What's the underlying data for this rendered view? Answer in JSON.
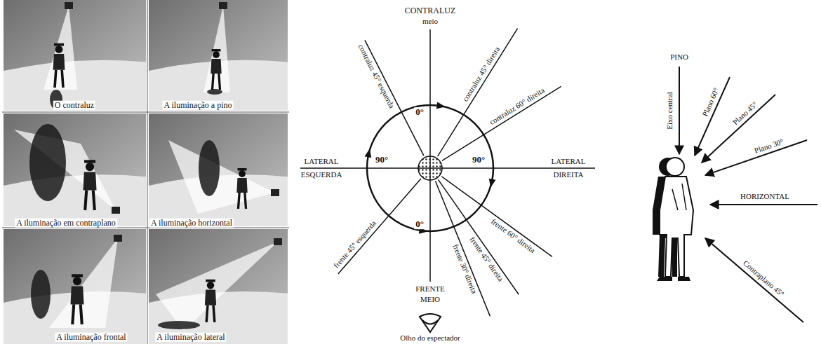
{
  "diagram": {
    "labels": [
      "O contraluz",
      "A iluminação a pino",
      "A iluminação em contraplano",
      "A iluminação horizontal",
      "A iluminação frontal",
      "A iluminação lateral",
      "CONTRALUZ",
      "meio",
      "contraluz 45° esquerda",
      "contraluz 45° direita",
      "contraluz 60° direita",
      "0°",
      "90°",
      "90°",
      "LATERAL",
      "ESQUERDA",
      "LATERAL",
      "DIREITA",
      "frente 60° direita",
      "frente 45° direita",
      "frente 30° direita",
      "frente 45° esquerda",
      "0°",
      "FRENTE",
      "MEIO",
      "Olho do espectador",
      "PINO",
      "Eixo central",
      "Plano 60°",
      "Plano 45°",
      "Plano 30°",
      "HORIZONTAL",
      "Contraplano 45°"
    ]
  }
}
